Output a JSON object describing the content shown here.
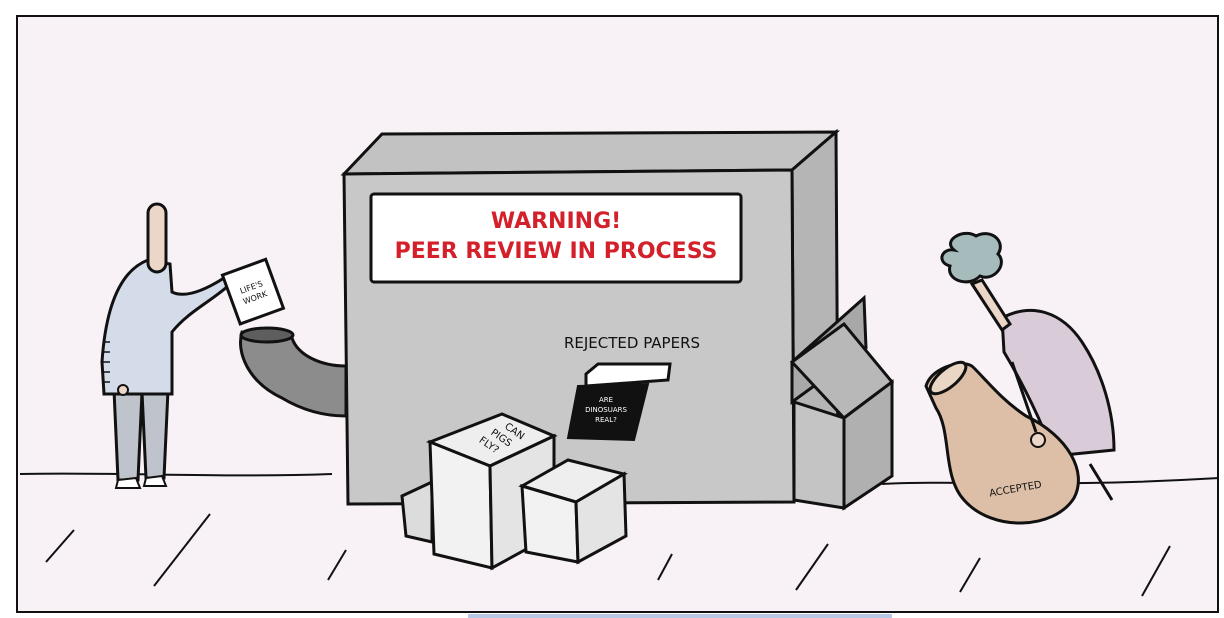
{
  "scene": {
    "title": "Peer review machine cartoon",
    "background_color": "#f8f2f6",
    "machine_color": "#c8c8c8",
    "sign_text_color": "#d4202a"
  },
  "sign": {
    "line1": "WARNING!",
    "line2": "PEER REVIEW IN PROCESS"
  },
  "machine": {
    "rejected_label": "REJECTED PAPERS",
    "ejected_paper_text": [
      "ARE",
      "DINOSUARS",
      "REAL?"
    ]
  },
  "left_person": {
    "paper_text": [
      "LIFE'S",
      "WORK"
    ]
  },
  "paper_stack": {
    "top_text": [
      "CAN",
      "PIGS",
      "FLY?"
    ]
  },
  "right_person": {
    "flask_label": "ACCEPTED"
  }
}
